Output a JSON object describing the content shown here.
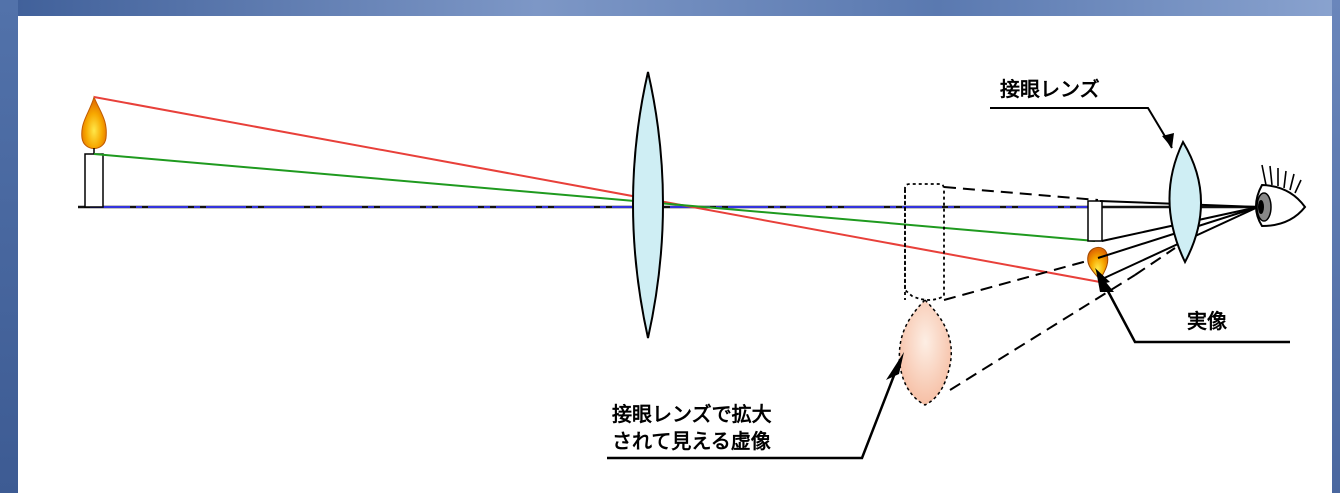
{
  "labels": {
    "eyepiece": "接眼レンズ",
    "real_image": "実像",
    "virtual_image_line1": "接眼レンズで拡大",
    "virtual_image_line2": "されて見える虚像"
  },
  "colors": {
    "frame": "#5a78ad",
    "lens_fill": "#cfeef4",
    "ray_red": "#e8403a",
    "ray_green": "#1f9a1f",
    "axis_blue": "#2b2bd8",
    "flame_outer": "#f39a00",
    "flame_inner": "#f7d000",
    "virtual_flame": "#fbd6c2"
  }
}
